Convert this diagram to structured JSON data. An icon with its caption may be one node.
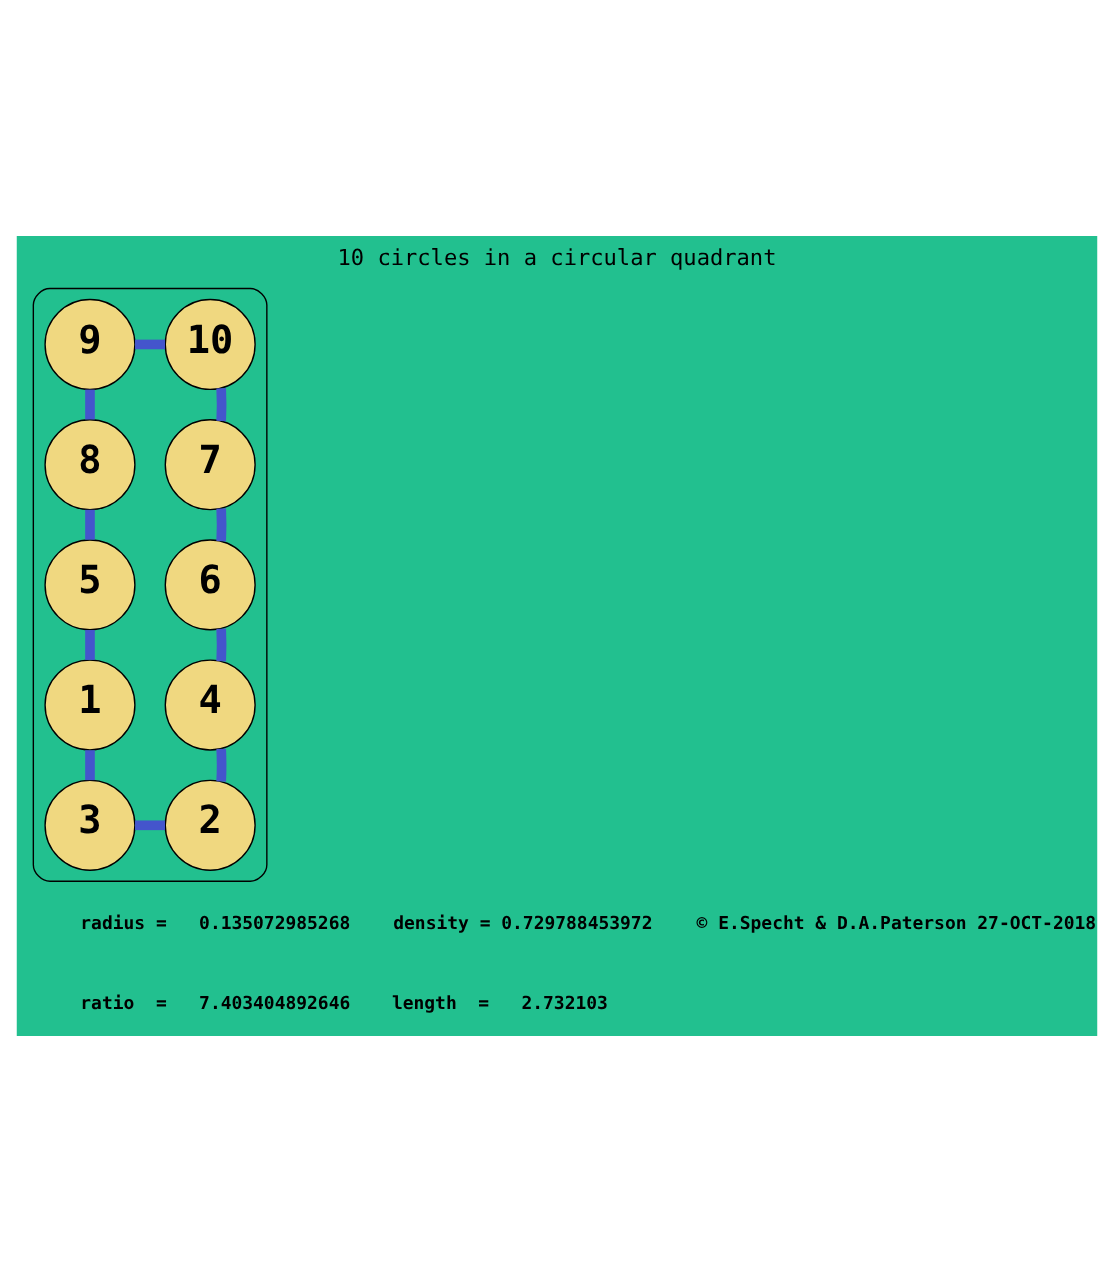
{
  "diagram": {
    "title": "10 circles in a circular quadrant",
    "nodes": [
      {
        "text": [],
        "shape": "quadrant"
      },
      {
        "text": [
          "10"
        ],
        "in": 0
      },
      {
        "text": [
          "9"
        ],
        "in": 0
      },
      {
        "text": [
          "8"
        ],
        "in": 0
      },
      {
        "text": [
          "7"
        ],
        "in": 0
      },
      {
        "text": [
          "6"
        ],
        "in": 0
      },
      {
        "text": [
          "5"
        ],
        "in": 0
      },
      {
        "text": [
          "4"
        ],
        "in": 0
      },
      {
        "text": [
          "3"
        ],
        "in": 0
      },
      {
        "text": [
          "2"
        ],
        "in": 0
      },
      {
        "text": [
          "1"
        ],
        "in": 0
      }
    ],
    "edges": [
      {
        "from": 1,
        "to": 2,
        "arrow": "none"
      },
      {
        "from": 2,
        "to": 3,
        "arrow": "none"
      },
      {
        "from": 3,
        "to": 6,
        "arrow": "none"
      },
      {
        "from": 6,
        "to": 10,
        "arrow": "none"
      },
      {
        "from": 10,
        "to": 8,
        "arrow": "none"
      },
      {
        "from": 8,
        "to": 9,
        "arrow": "none"
      },
      {
        "from": 9,
        "to": 7,
        "arrow": "none"
      },
      {
        "from": 7,
        "to": 5,
        "arrow": "none"
      },
      {
        "from": 5,
        "to": 4,
        "arrow": "none"
      },
      {
        "from": 4,
        "to": 1,
        "arrow": "none"
      }
    ],
    "labels": [
      "radius =   0.135072985268",
      "density = 0.729788453972",
      "© E.Specht & D.A.Paterson 27-OCT-2018",
      "ratio  =   7.403404892646",
      "length  =   2.732103"
    ]
  }
}
